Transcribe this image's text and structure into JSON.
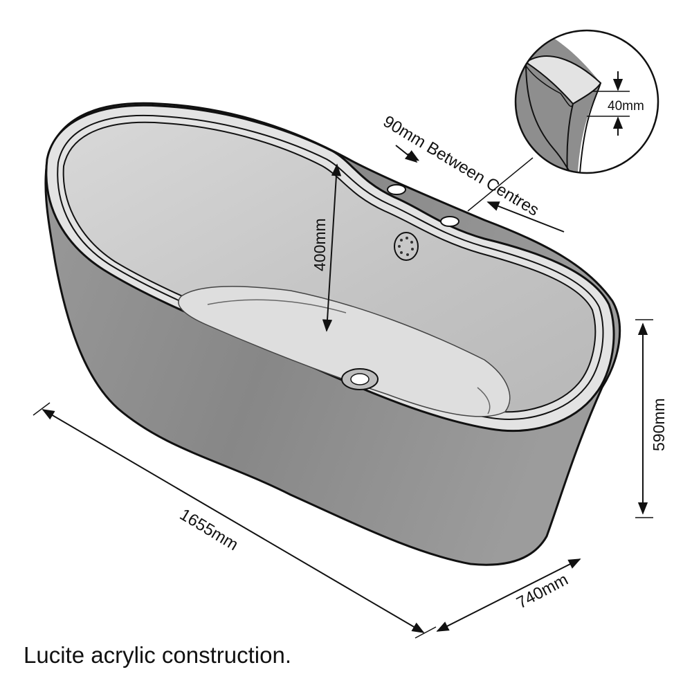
{
  "product": {
    "caption": "Lucite acrylic construction."
  },
  "dimensions": {
    "length": "1655mm",
    "width": "740mm",
    "height": "590mm",
    "depth": "400mm",
    "tap_hole_spacing": "90mm Between Centres",
    "rim_thickness": "40mm"
  },
  "colors": {
    "exterior": "#8c8c8c",
    "interior": "#cdcdcd",
    "rim": "#e4e4e4",
    "line": "#111111"
  }
}
